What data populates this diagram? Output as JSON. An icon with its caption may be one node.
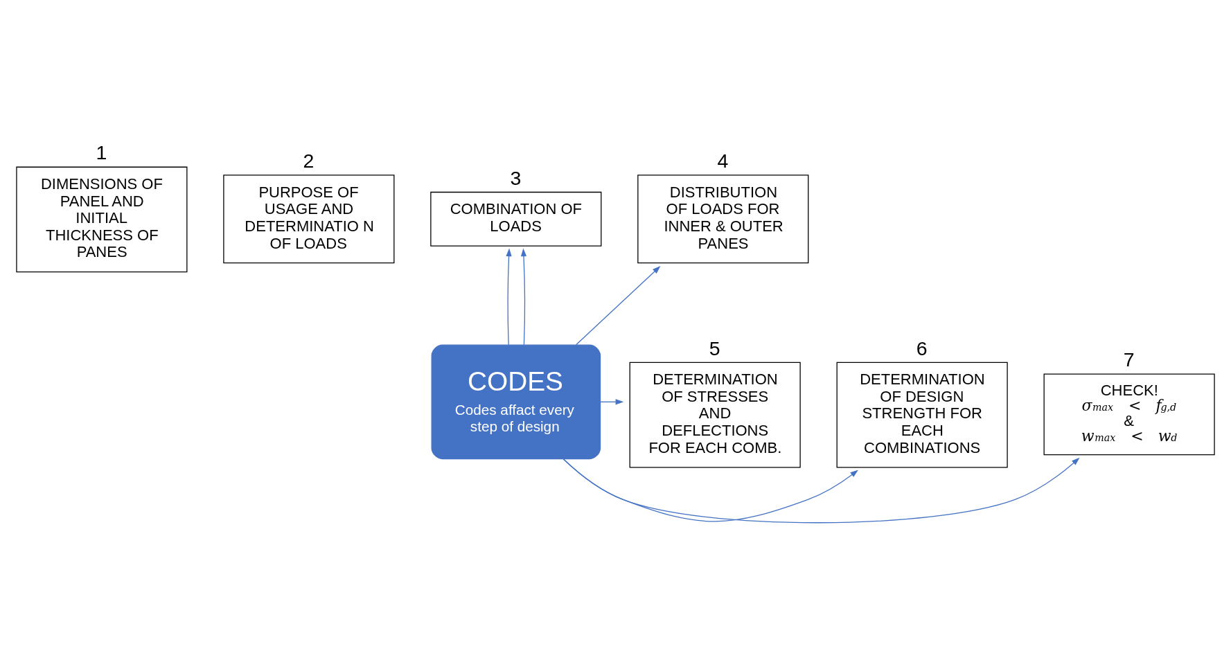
{
  "diagram": {
    "nodes": [
      {
        "text": [
          "1",
          "DIMENSIONS OF PANEL AND INITIAL THICKNESS OF PANES"
        ]
      },
      {
        "text": [
          "2",
          "PURPOSE OF USAGE AND DETERMINATIO N OF LOADS"
        ]
      },
      {
        "text": [
          "3",
          "COMBINATION OF LOADS"
        ]
      },
      {
        "text": [
          "4",
          "DISTRIBUTION OF LOADS FOR INNER & OUTER PANES"
        ]
      },
      {
        "text": [
          "5",
          "DETERMINATION OF STRESSES AND DEFLECTIONS FOR EACH COMB."
        ]
      },
      {
        "text": [
          "6",
          "DETERMINATION OF DESIGN STRENGTH FOR EACH COMBINATIONS"
        ]
      },
      {
        "text": [
          "7",
          "CHECK!",
          "σ$_{max}$ < f$_{g,d}$",
          "&",
          "w$_{max}$ < w$_{d}$"
        ]
      },
      {
        "text": [
          "CODES",
          "Codes affact every step of design"
        ]
      }
    ],
    "edges": [
      {
        "from": 7,
        "to": 2,
        "arrow": "to"
      },
      {
        "from": 7,
        "to": 2,
        "arrow": "to"
      },
      {
        "from": 7,
        "to": 3,
        "arrow": "to"
      },
      {
        "from": 7,
        "to": 4,
        "arrow": "to"
      },
      {
        "from": 7,
        "to": 5,
        "arrow": "to"
      },
      {
        "from": 7,
        "to": 6,
        "arrow": "to"
      }
    ]
  }
}
